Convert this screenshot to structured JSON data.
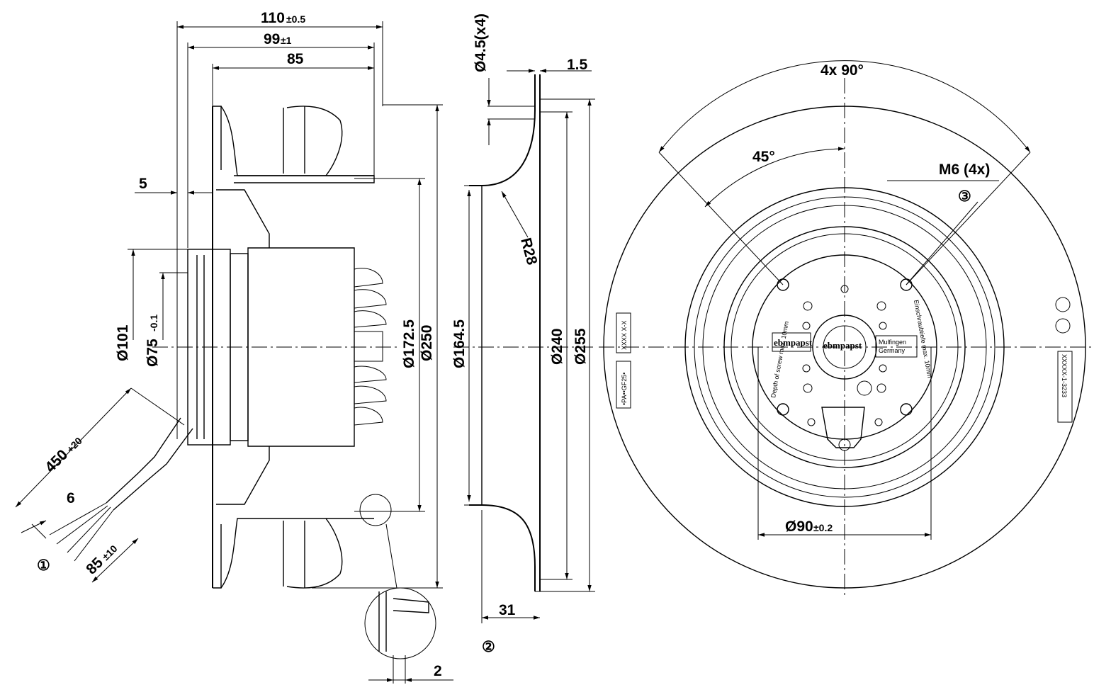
{
  "side_view": {
    "dim_110": "110",
    "tol_110": "±0.5",
    "dim_99": "99",
    "tol_99": "±1",
    "dim_85": "85",
    "dim_5": "5",
    "dia_101": "Ø101",
    "dia_75": "Ø75",
    "tol_75": "-0.1",
    "dia_172_5": "Ø172.5",
    "dia_250": "Ø250",
    "cable_len": "450",
    "cable_len_tol": "+20",
    "dim_6": "6",
    "dim_85_wire": "85",
    "tol_85_wire": "±10",
    "note_1": "①",
    "dim_2": "2"
  },
  "ring_view": {
    "hole": "Ø4.5(x4)",
    "dim_1_5": "1.5",
    "radius": "R28",
    "dia_164_5": "Ø164.5",
    "dia_240": "Ø240",
    "dia_255": "Ø255",
    "dim_31": "31",
    "note_2": "②"
  },
  "front_view": {
    "angle_4x90": "4x 90°",
    "angle_45": "45°",
    "thread": "M6 (4x)",
    "note_3": "③",
    "dia_90": "Ø90",
    "tol_90": "±0.2",
    "label_left": "XXXX  X-X",
    "label_pa": "•PA••GF25•",
    "label_right": "XXXXX-1-3233",
    "brand_1": "ebmpapst",
    "brand_2": "ebmpapst",
    "origin_1": "Mulfingen",
    "origin_2": "Germany",
    "screw_note_left": "Depth of screw max. 10mm",
    "screw_note_right": "Einschraubtiefe max. 10mm"
  }
}
